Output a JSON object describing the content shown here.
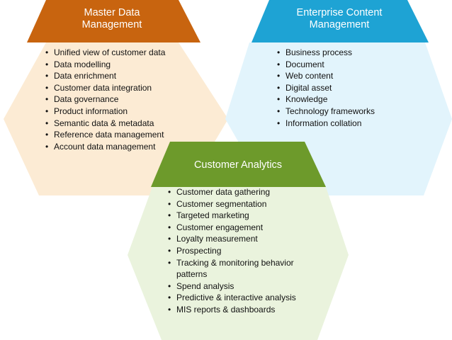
{
  "colors": {
    "mdm_header": "#c8640f",
    "mdm_body": "#fcebd4",
    "ecm_header": "#1ea3d4",
    "ecm_body": "#e2f4fc",
    "ca_header": "#6d9a2b",
    "ca_body": "#eaf3dd"
  },
  "hexagons": {
    "mdm": {
      "title_lines": [
        "Master Data",
        "Management"
      ],
      "items": [
        "Unified view of customer data",
        "Data modelling",
        "Data enrichment",
        "Customer data integration",
        "Data governance",
        "Product information",
        "Semantic data & metadata",
        "Reference data management",
        "Account data management"
      ]
    },
    "ecm": {
      "title_lines": [
        "Enterprise Content",
        "Management"
      ],
      "items": [
        "Business process",
        "Document",
        "Web content",
        "Digital asset",
        "Knowledge",
        "Technology frameworks",
        "Information collation"
      ]
    },
    "ca": {
      "title_lines": [
        "Customer Analytics"
      ],
      "items": [
        "Customer data gathering",
        "Customer segmentation",
        "Targeted marketing",
        "Customer engagement",
        "Loyalty measurement",
        "Prospecting",
        "Tracking & monitoring behavior patterns",
        "Spend analysis",
        "Predictive & interactive analysis",
        "MIS reports & dashboards"
      ]
    }
  }
}
